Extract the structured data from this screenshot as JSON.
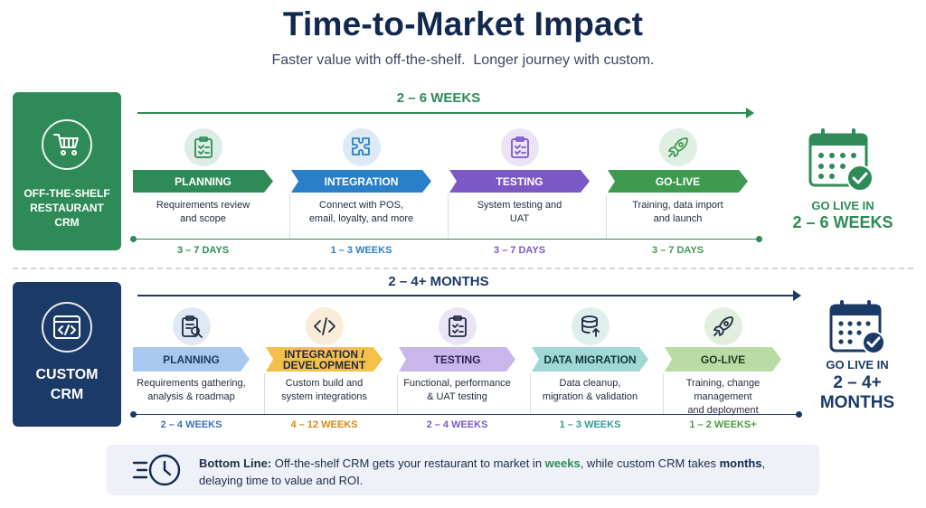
{
  "title": "Time-to-Market Impact",
  "subtitle": "Faster value with off-the-shelf.  Longer journey with custom.",
  "off_shelf": {
    "panel_label": "OFF-THE-SHELF RESTAURANT CRM",
    "total_duration": "2 – 6 WEEKS",
    "go_live_label": "GO LIVE IN",
    "go_live_value": "2 – 6 WEEKS",
    "stages": [
      {
        "name": "PLANNING",
        "desc": "Requirements review\nand scope",
        "duration": "3 – 7 DAYS",
        "color": "#2e8b57",
        "icon": "clipboard-check-icon"
      },
      {
        "name": "INTEGRATION",
        "desc": "Connect with POS,\nemail, loyalty, and more",
        "duration": "1 – 3 WEEKS",
        "color": "#2a7fc9",
        "icon": "puzzle-icon"
      },
      {
        "name": "TESTING",
        "desc": "System testing and\nUAT",
        "duration": "3 – 7 DAYS",
        "color": "#7b59c4",
        "icon": "checklist-icon"
      },
      {
        "name": "GO-LIVE",
        "desc": "Training, data import\nand launch",
        "duration": "3 – 7 DAYS",
        "color": "#3e9a4f",
        "icon": "rocket-icon"
      }
    ]
  },
  "custom": {
    "panel_label": "CUSTOM CRM",
    "total_duration": "2 – 4+ MONTHS",
    "go_live_label": "GO LIVE IN",
    "go_live_value": "2 – 4+ MONTHS",
    "stages": [
      {
        "name": "PLANNING",
        "desc": "Requirements gathering,\nanalysis & roadmap",
        "duration": "2 – 4 WEEKS",
        "color": "#a9c8ef",
        "text_color": "#1f3a63",
        "dur_color": "#3a6fb8",
        "icon": "clipboard-search-icon"
      },
      {
        "name": "INTEGRATION /\nDEVELOPMENT",
        "desc": "Custom build and\nsystem integrations",
        "duration": "4 – 12 WEEKS",
        "color": "#f5c04a",
        "text_color": "#1f2a44",
        "dur_color": "#d8880f",
        "icon": "code-icon"
      },
      {
        "name": "TESTING",
        "desc": "Functional, performance\n& UAT testing",
        "duration": "2 – 4 WEEKS",
        "color": "#c9b7ea",
        "text_color": "#2a1f4d",
        "dur_color": "#7b59c4",
        "icon": "checklist-icon"
      },
      {
        "name": "DATA MIGRATION",
        "desc": "Data cleanup,\nmigration & validation",
        "duration": "1 – 3 WEEKS",
        "color": "#9fd8d4",
        "text_color": "#14363a",
        "dur_color": "#2f9c97",
        "icon": "database-icon"
      },
      {
        "name": "GO-LIVE",
        "desc": "Training, change management\nand deployment",
        "duration": "1 – 2 WEEKS+",
        "color": "#b9dca6",
        "text_color": "#1c3a18",
        "dur_color": "#4a9a3a",
        "icon": "rocket-icon"
      }
    ]
  },
  "bottom_line": {
    "label": "Bottom Line:",
    "part1": "Off-the-shelf CRM gets your restaurant to market in ",
    "weeks": "weeks",
    "part2": ", while custom CRM takes ",
    "months": "months",
    "part3": ",",
    "line2": "delaying time to value and ROI."
  },
  "colors": {
    "green": "#2e8b57",
    "navy": "#1b3a68",
    "title": "#13284f"
  }
}
